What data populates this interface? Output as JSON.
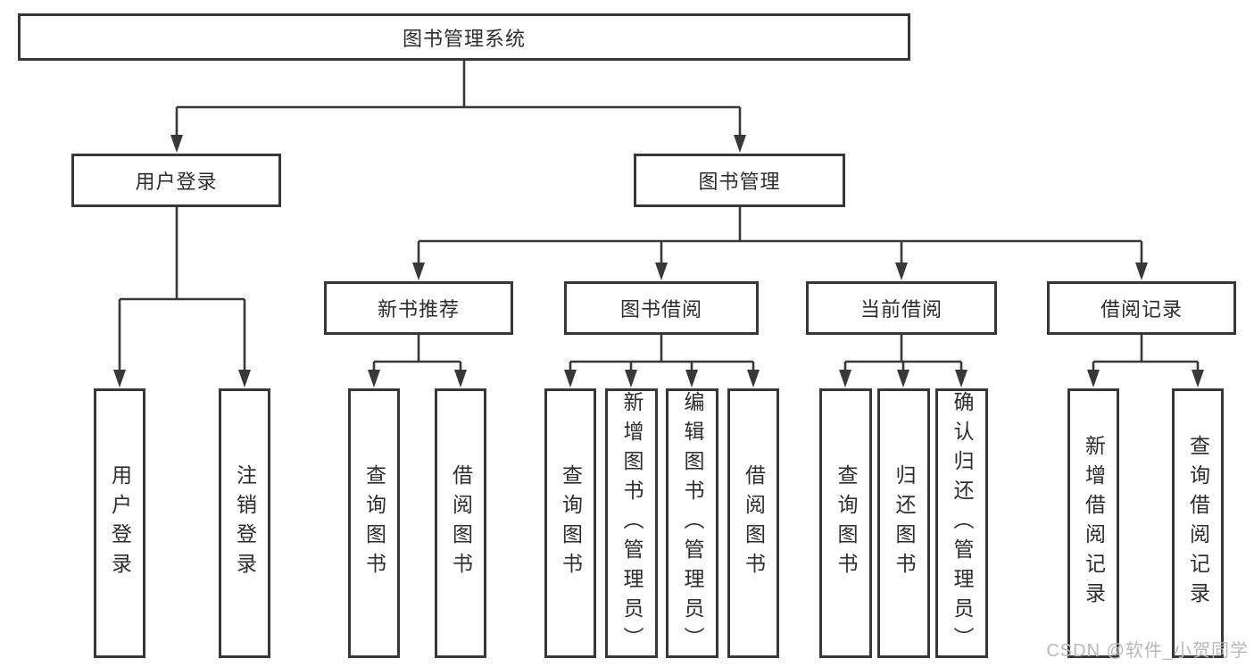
{
  "tree": {
    "root": {
      "label": "图书管理系统"
    },
    "branches": [
      {
        "label": "用户登录",
        "children": [
          {
            "label": "用户登录"
          },
          {
            "label": "注销登录"
          }
        ]
      },
      {
        "label": "图书管理",
        "children": [
          {
            "label": "新书推荐",
            "children": [
              {
                "label": "查询图书"
              },
              {
                "label": "借阅图书"
              }
            ]
          },
          {
            "label": "图书借阅",
            "children": [
              {
                "label": "查询图书"
              },
              {
                "label": "新增图书（管理员）"
              },
              {
                "label": "编辑图书（管理员）"
              },
              {
                "label": "借阅图书"
              }
            ]
          },
          {
            "label": "当前借阅",
            "children": [
              {
                "label": "查询图书"
              },
              {
                "label": "归还图书"
              },
              {
                "label": "确认归还（管理员）"
              }
            ]
          },
          {
            "label": "借阅记录",
            "children": [
              {
                "label": "新增借阅记录"
              },
              {
                "label": "查询借阅记录"
              }
            ]
          }
        ]
      }
    ]
  },
  "watermark": "CSDN @软件_小贺同学",
  "colors": {
    "line": "#383838",
    "text": "#2d2d2d",
    "watermark": "#b9b9b9",
    "background": "#ffffff"
  }
}
